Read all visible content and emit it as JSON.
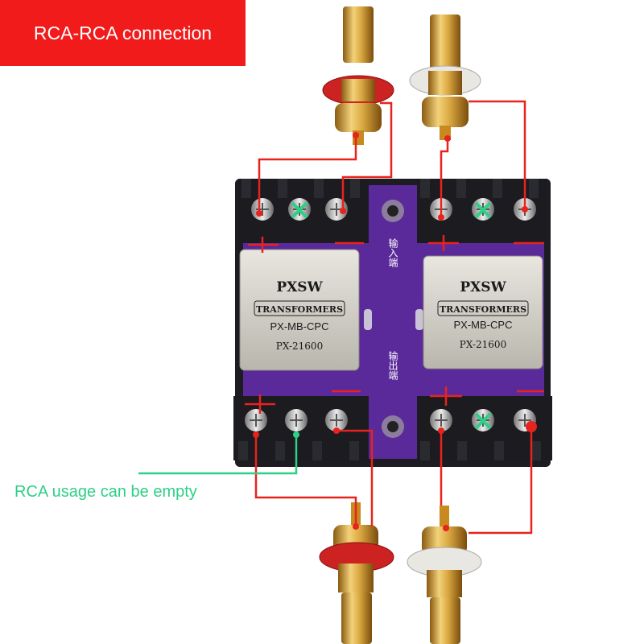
{
  "banner": {
    "text": "RCA-RCA connection",
    "color": "#f21b1b"
  },
  "note": {
    "text": "RCA usage can be empty",
    "color": "#2ecf86"
  },
  "board": {
    "color": "#5a2a9a",
    "label_input": "输入端",
    "label_output": "输出端",
    "modules": [
      {
        "brand": "PXSW",
        "type": "TRANSFORMERS",
        "model": "PX-MB-CPC",
        "part": "PX-21600"
      },
      {
        "brand": "PXSW",
        "type": "TRANSFORMERS",
        "model": "PX-MB-CPC",
        "part": "PX-21600"
      }
    ]
  },
  "connectors": {
    "top": [
      "red-ring-rca-jack",
      "white-ring-rca-jack"
    ],
    "bottom": [
      "red-ring-rca-jack",
      "white-ring-rca-jack"
    ]
  },
  "wire_color": "#e8231e"
}
